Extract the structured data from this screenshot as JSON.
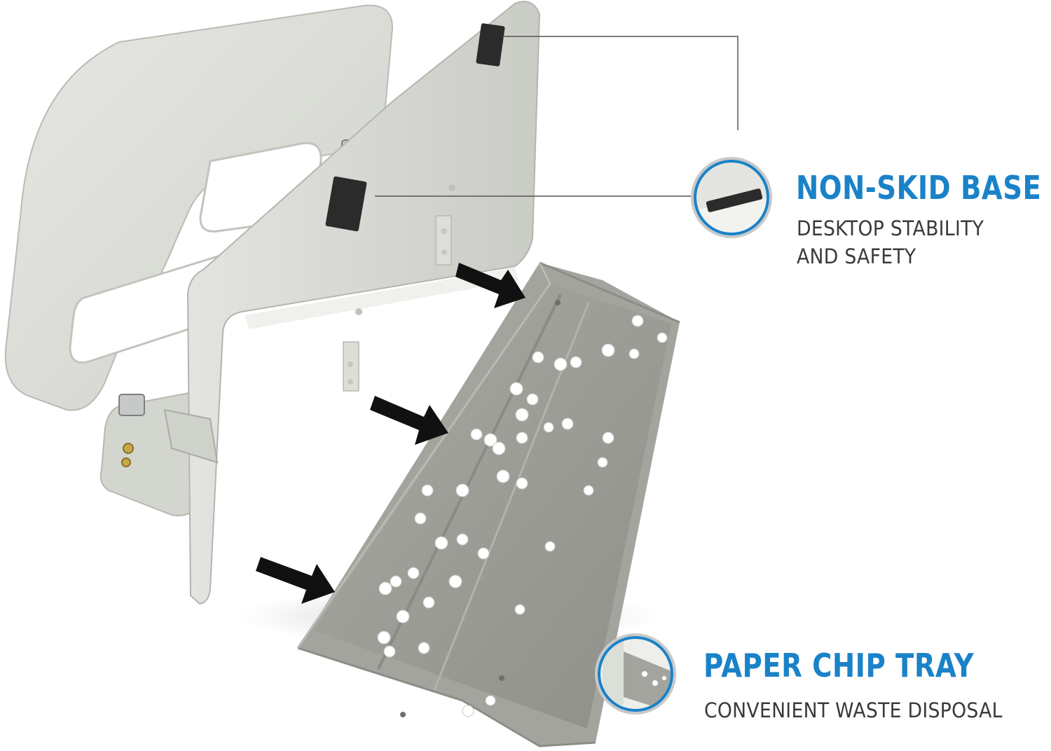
{
  "features": [
    {
      "title": "NON-SKID BASE",
      "subtitle": "DESKTOP STABILITY AND SAFETY"
    },
    {
      "title": "PAPER CHIP TRAY",
      "subtitle": "CONVENIENT WASTE DISPOSAL"
    }
  ],
  "colors": {
    "accent": "#1a82c8",
    "subtitle": "#3a3a3a",
    "metal": "#d9dbd6",
    "tray": "#9c9d96",
    "rubber": "#2b2b2b",
    "arrow": "#111111"
  },
  "icons": [
    "non-skid-pad-thumbnail",
    "chip-tray-thumbnail",
    "arrow-icon"
  ]
}
